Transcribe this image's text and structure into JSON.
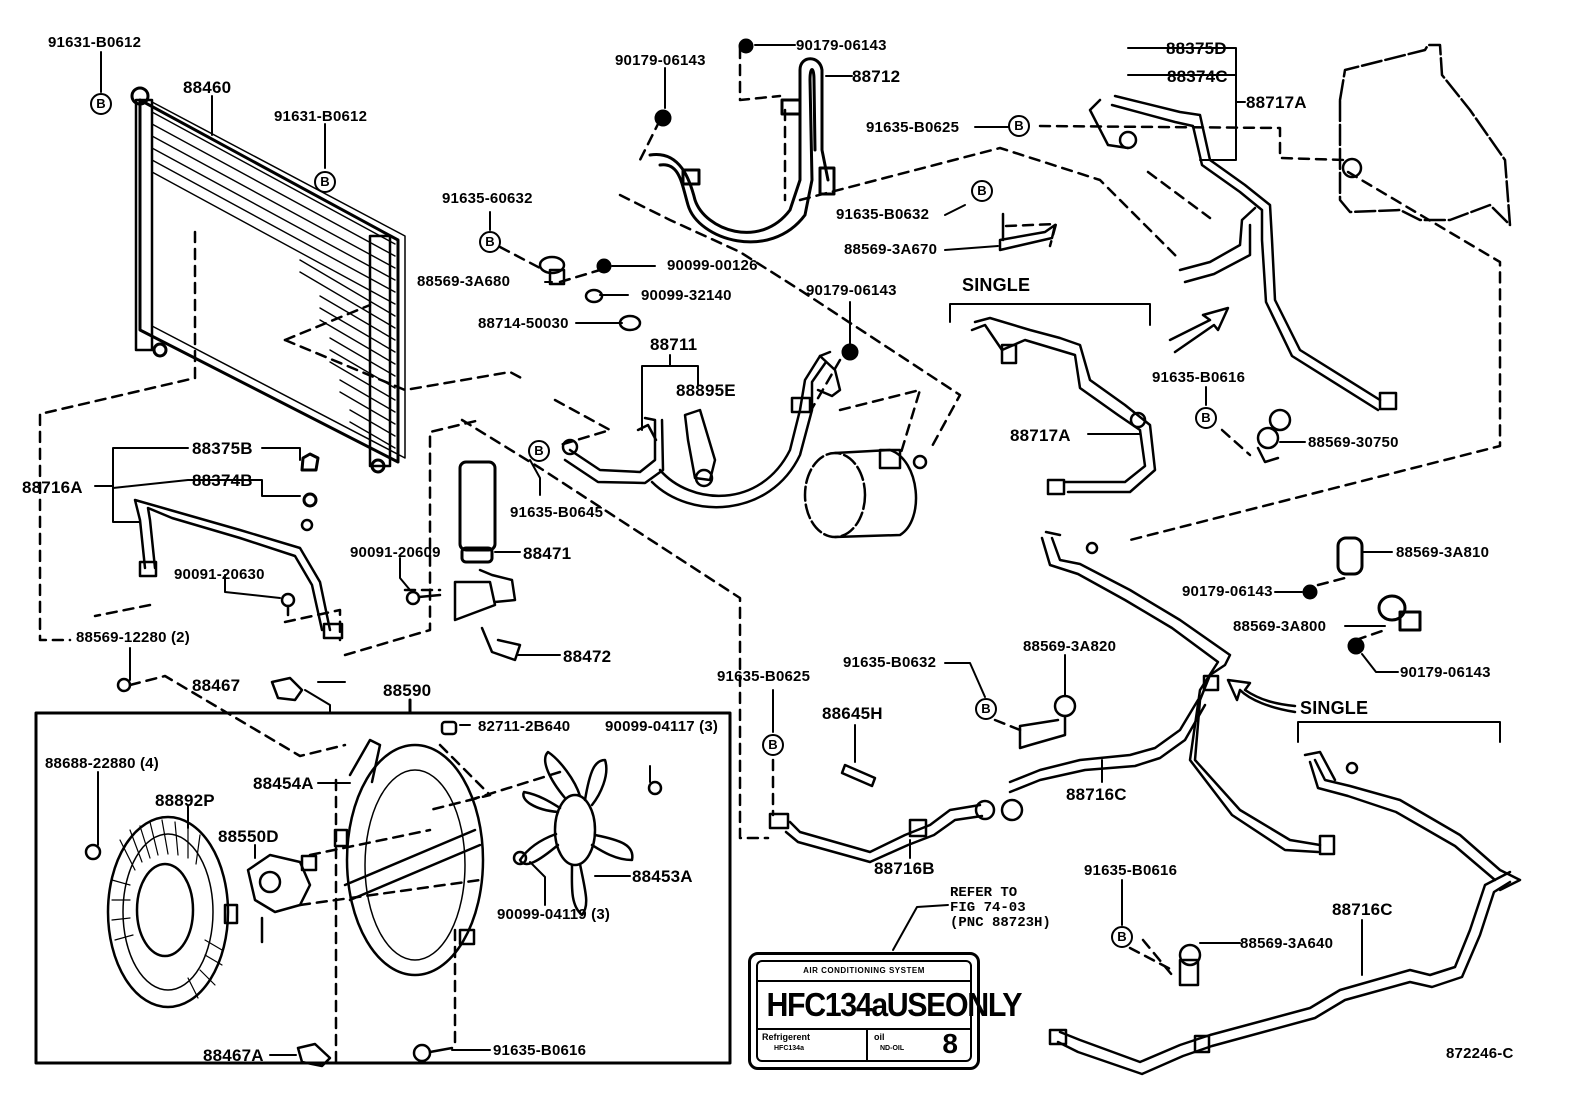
{
  "diagram": {
    "title": "Air conditioner condenser, piping and fan parts diagram",
    "figure_id": "872246-C",
    "bolt_symbol": "B",
    "labels": {
      "p91631_b0612_a": "91631-B0612",
      "p88460": "88460",
      "p91631_b0612_b": "91631-B0612",
      "p90179_06143_a": "90179-06143",
      "p90179_06143_b": "90179-06143",
      "p88712": "88712",
      "p91635_b0625_a": "91635-B0625",
      "p88375d": "88375D",
      "p88374c": "88374C",
      "p88717a_a": "88717A",
      "p91635_60632": "91635-60632",
      "p88569_3a680": "88569-3A680",
      "p90099_00126": "90099-00126",
      "p90099_32140": "90099-32140",
      "p88714_50030": "88714-50030",
      "p91635_b0632_a": "91635-B0632",
      "p88569_3a670": "88569-3A670",
      "p90179_06143_c": "90179-06143",
      "p88711": "88711",
      "p88895e": "88895E",
      "single_a": "SINGLE",
      "p88717a_b": "88717A",
      "p91635_b0616_a": "91635-B0616",
      "p88569_30750": "88569-30750",
      "p88375b": "88375B",
      "p88374b": "88374B",
      "p88716a": "88716A",
      "p90091_20630": "90091-20630",
      "p90091_20609": "90091-20609",
      "p91635_b0645": "91635-B0645",
      "p88471": "88471",
      "p88472": "88472",
      "p88569_12280": "88569-12280 (2)",
      "p88569_3a810": "88569-3A810",
      "p90179_06143_d": "90179-06143",
      "p88569_3a800": "88569-3A800",
      "p90179_06143_e": "90179-06143",
      "p88467": "88467",
      "p88590": "88590",
      "p82711_2b640": "82711-2B640",
      "p90099_04117": "90099-04117 (3)",
      "p88688_22880": "88688-22880 (4)",
      "p88454a": "88454A",
      "p88892p": "88892P",
      "p88550d": "88550D",
      "p88453a": "88453A",
      "p90099_04119": "90099-04119 (3)",
      "p88467a": "88467A",
      "p91635_b0616_b": "91635-B0616",
      "p91635_b0625_b": "91635-B0625",
      "p91635_b0632_b": "91635-B0632",
      "p88569_3a820": "88569-3A820",
      "p88645h": "88645H",
      "p88716c_a": "88716C",
      "p88716b": "88716B",
      "single_b": "SINGLE",
      "p91635_b0616_c": "91635-B0616",
      "p88569_3a640": "88569-3A640",
      "p88716c_b": "88716C"
    },
    "refer_note": "REFER TO\nFIG 74-03\n(PNC 88723H)",
    "hfc_label": {
      "header": "AIR CONDITIONING SYSTEM",
      "main": "HFC134aUSEONLY",
      "refrigerant_label": "Refrigerent",
      "refrigerant_value": "HFC134a",
      "oil_label": "oil",
      "oil_value": "ND-OIL",
      "oil_number": "8"
    }
  }
}
